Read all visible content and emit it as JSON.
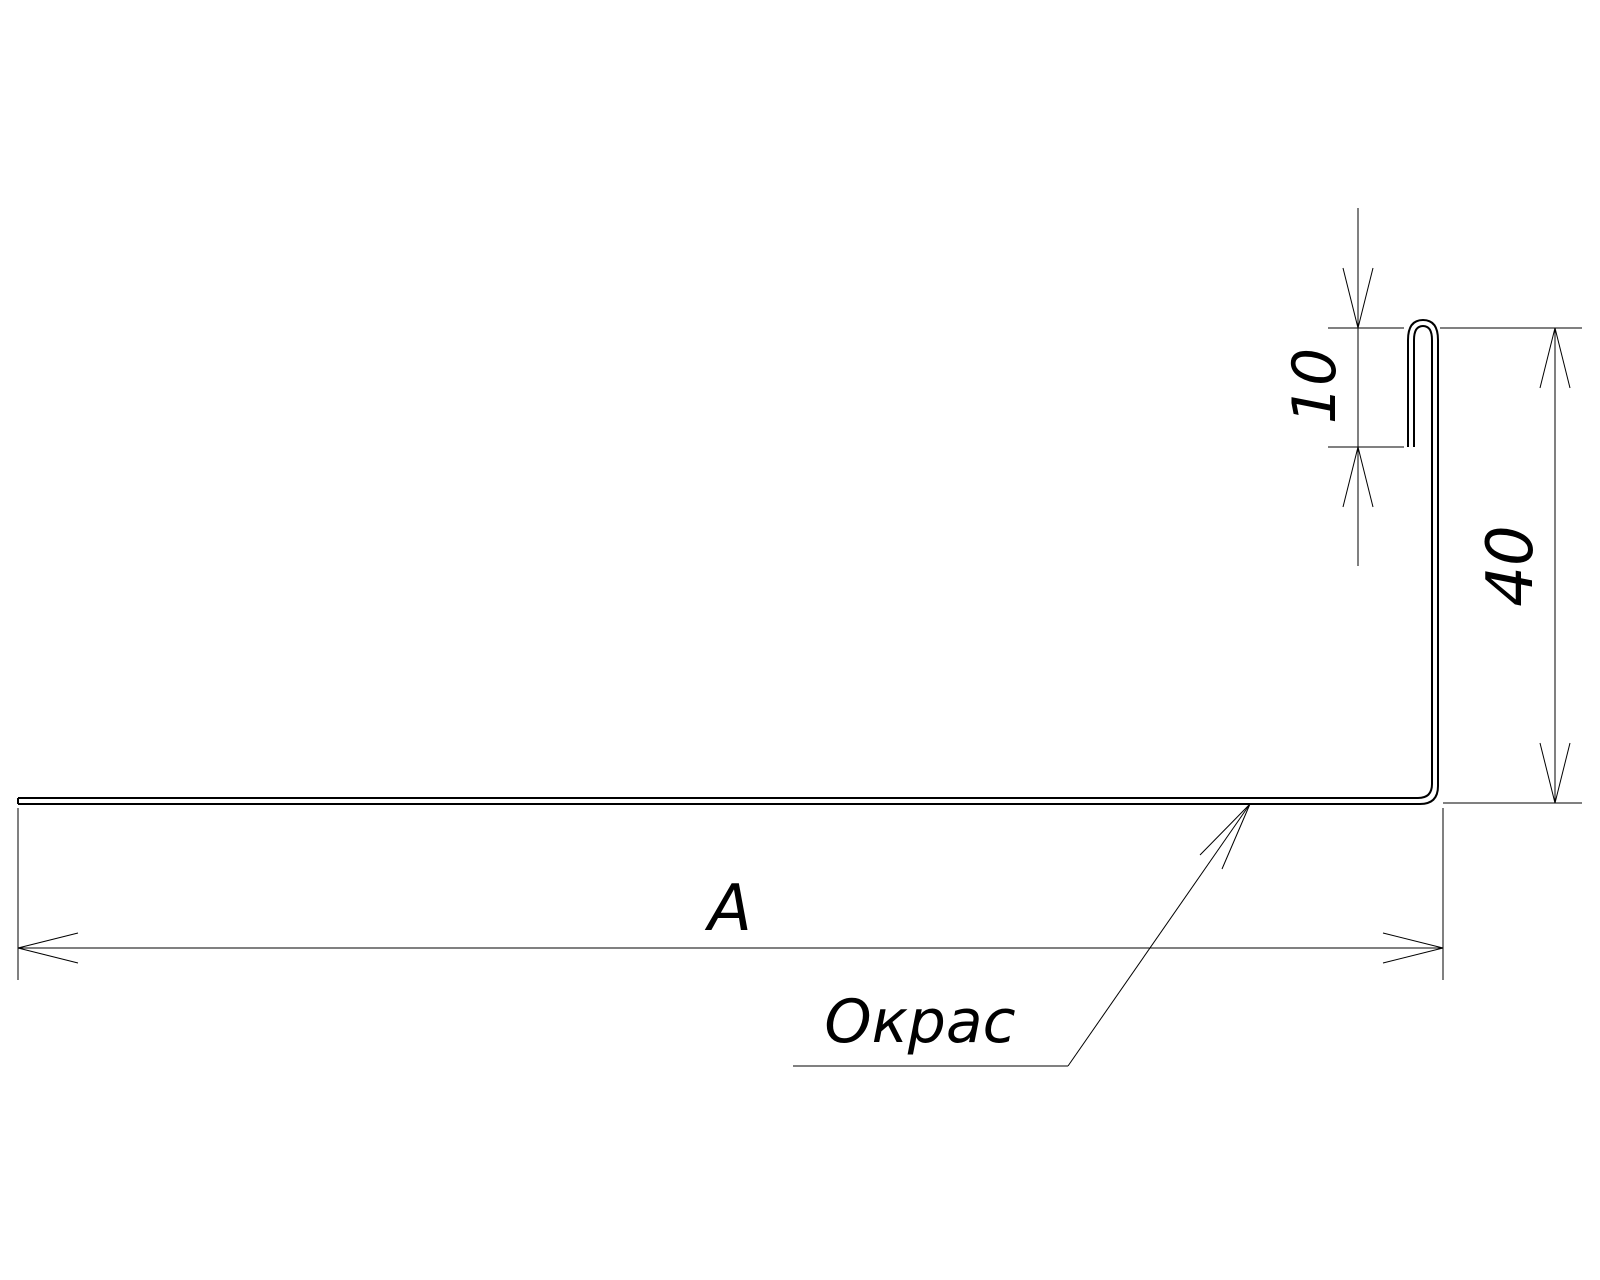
{
  "drawing": {
    "dimension_height_total": "40",
    "dimension_hem": "10",
    "dimension_length": "A",
    "paint_label": "Окрас"
  }
}
